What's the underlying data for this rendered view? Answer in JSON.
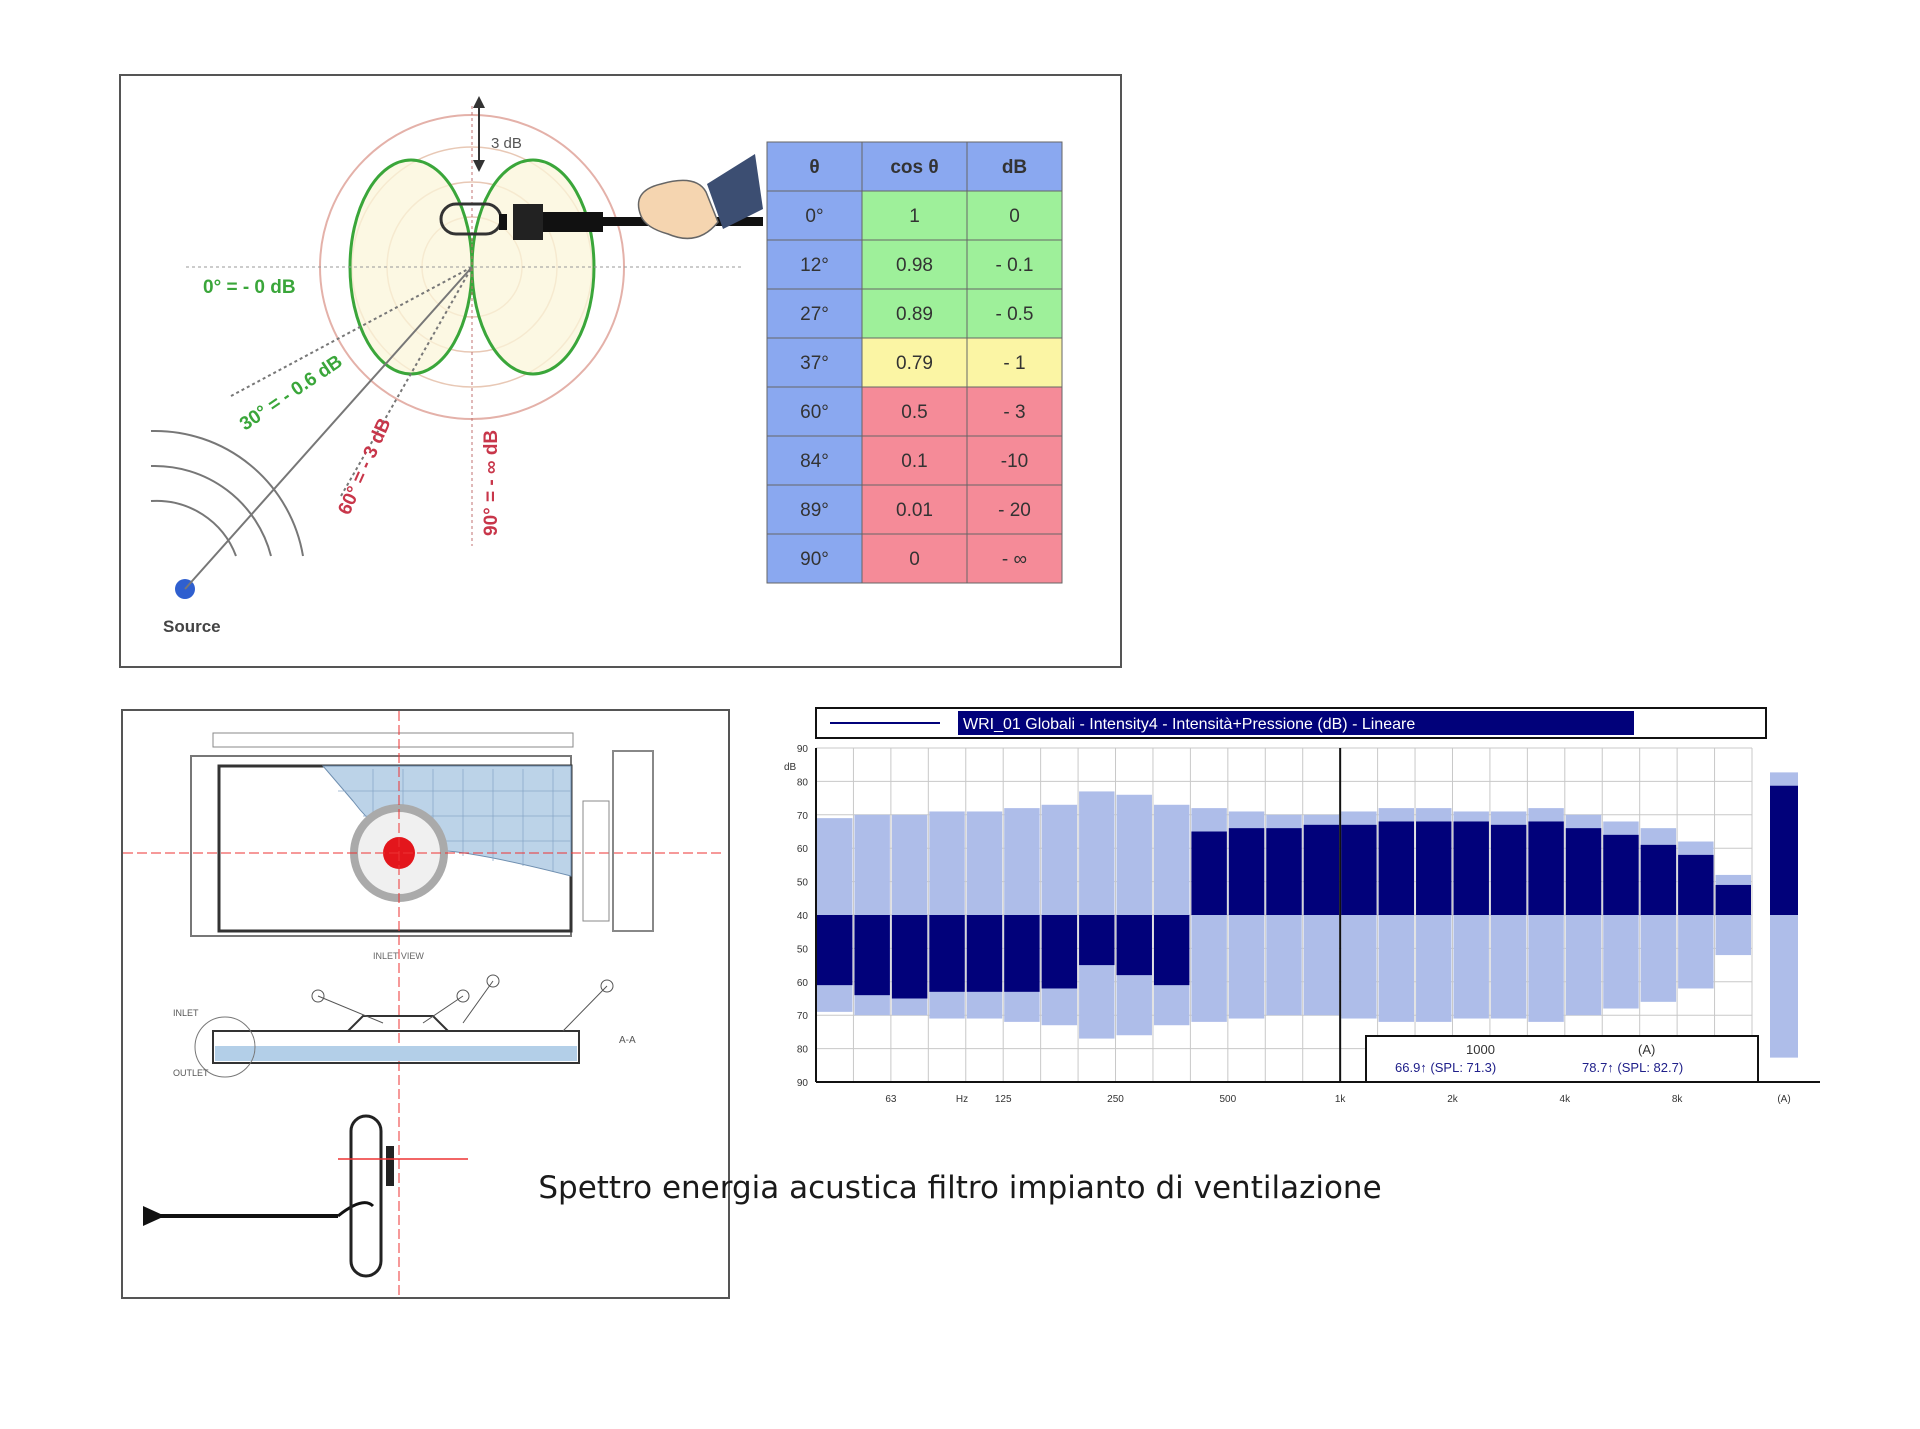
{
  "probe_diagram": {
    "dimension_label": "3 dB",
    "angle_labels": [
      {
        "text": "0° = - 0 dB",
        "color": "#3aa63a"
      },
      {
        "text": "30° = - 0.6 dB",
        "color": "#3aa63a"
      },
      {
        "text": "60° = - 3 dB",
        "color": "#c8364a"
      },
      {
        "text": "90° = - ∞ dB",
        "color": "#c8364a"
      }
    ],
    "source_label": "Source",
    "table": {
      "headers": [
        "θ",
        "cos θ",
        "dB"
      ],
      "rows": [
        {
          "angle": "0°",
          "cos": "1",
          "db": "0",
          "tone": "green"
        },
        {
          "angle": "12°",
          "cos": "0.98",
          "db": "- 0.1",
          "tone": "green"
        },
        {
          "angle": "27°",
          "cos": "0.89",
          "db": "- 0.5",
          "tone": "green"
        },
        {
          "angle": "37°",
          "cos": "0.79",
          "db": "- 1",
          "tone": "yellow"
        },
        {
          "angle": "60°",
          "cos": "0.5",
          "db": "- 3",
          "tone": "red"
        },
        {
          "angle": "84°",
          "cos": "0.1",
          "db": "-10",
          "tone": "red"
        },
        {
          "angle": "89°",
          "cos": "0.01",
          "db": "- 20",
          "tone": "red"
        },
        {
          "angle": "90°",
          "cos": "0",
          "db": "- ∞",
          "tone": "red"
        }
      ],
      "colors": {
        "header": "#8aa8f0",
        "angle": "#8aa8f0",
        "green": "#9ef09a",
        "yellow": "#fbf5a4",
        "red": "#f58b98"
      }
    }
  },
  "filter_drawing": {
    "inlet_label": "INLET",
    "outlet_label": "OUTLET",
    "section_label": "A-A",
    "top_caption": "INLET VIEW"
  },
  "spectrum": {
    "legend_title": "WRI_01 Globali - Intensity4 - Intensità+Pressione   (dB) - Lineare",
    "y_unit": "dB",
    "y_tick_labels": [
      "90",
      "80",
      "70",
      "60",
      "50",
      "40",
      "50",
      "60",
      "70",
      "80",
      "90"
    ],
    "x_tick_labels": [
      "63",
      "Hz",
      "125",
      "250",
      "500",
      "1k",
      "2k",
      "4k",
      "8k",
      "(A)"
    ],
    "cursor_box": {
      "freq": "1000",
      "freq_value": "66.9↑ (SPL: 71.3)",
      "a_label": "(A)",
      "a_value": "78.7↑ (SPL: 82.7)"
    },
    "colors": {
      "light": "#aebde9",
      "dark": "#01017a",
      "grid": "#c8c8c8"
    }
  },
  "chart_data": {
    "type": "bar",
    "title": "WRI_01 Globali - Intensity4 - Intensità+Pressione   (dB) - Lineare",
    "ylabel": "dB",
    "ylim": [
      -50,
      50
    ],
    "y_axis_note": "mirrored axis: upper half positive intensity, lower half negative intensity; labels 40 at centre up to 90 at both ends",
    "bands": [
      {
        "f": 40,
        "pressure": 69,
        "intensity": -61
      },
      {
        "f": 50,
        "pressure": 70,
        "intensity": -64
      },
      {
        "f": 63,
        "pressure": 70,
        "intensity": -65
      },
      {
        "f": 80,
        "pressure": 71,
        "intensity": -63
      },
      {
        "f": 100,
        "pressure": 71,
        "intensity": -63
      },
      {
        "f": 125,
        "pressure": 72,
        "intensity": -63
      },
      {
        "f": 160,
        "pressure": 73,
        "intensity": -62
      },
      {
        "f": 200,
        "pressure": 77,
        "intensity": -55
      },
      {
        "f": 250,
        "pressure": 76,
        "intensity": -58
      },
      {
        "f": 315,
        "pressure": 73,
        "intensity": -61
      },
      {
        "f": 400,
        "pressure": 72,
        "intensity": 65
      },
      {
        "f": 500,
        "pressure": 71,
        "intensity": 66
      },
      {
        "f": 630,
        "pressure": 70,
        "intensity": 66
      },
      {
        "f": 800,
        "pressure": 70,
        "intensity": 67
      },
      {
        "f": 1000,
        "pressure": 71,
        "intensity": 67
      },
      {
        "f": 1250,
        "pressure": 72,
        "intensity": 68
      },
      {
        "f": 1600,
        "pressure": 72,
        "intensity": 68
      },
      {
        "f": 2000,
        "pressure": 71,
        "intensity": 68
      },
      {
        "f": 2500,
        "pressure": 71,
        "intensity": 67
      },
      {
        "f": 3150,
        "pressure": 72,
        "intensity": 68
      },
      {
        "f": 4000,
        "pressure": 70,
        "intensity": 66
      },
      {
        "f": 5000,
        "pressure": 68,
        "intensity": 64
      },
      {
        "f": 6300,
        "pressure": 66,
        "intensity": 61
      },
      {
        "f": 8000,
        "pressure": 62,
        "intensity": 58
      },
      {
        "f": 10000,
        "pressure": 52,
        "intensity": 49
      }
    ],
    "total_A": {
      "pressure": 82.7,
      "intensity": 78.7
    }
  },
  "caption": "Spettro energia acustica filtro impianto di ventilazione"
}
